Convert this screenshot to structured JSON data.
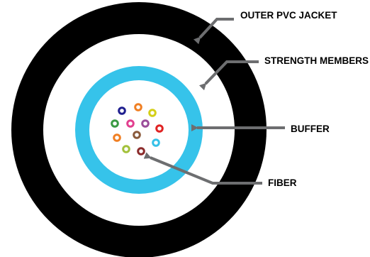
{
  "labels": {
    "outer_jacket": "OUTER PVC JACKET",
    "strength_members": "STRENGTH MEMBERS",
    "buffer": "BUFFER",
    "fiber": "FIBER"
  },
  "colors": {
    "jacket": "#000000",
    "strength_members": "#ffffff",
    "buffer": "#36c3ea",
    "core": "#ffffff",
    "arrow": "#6d6e70"
  },
  "fibers": [
    {
      "color": "#1f1f8f"
    },
    {
      "color": "#f07f23"
    },
    {
      "color": "#d4cf18"
    },
    {
      "color": "#3a9a43"
    },
    {
      "color": "#e23f8f"
    },
    {
      "color": "#9b4d9a"
    },
    {
      "color": "#e02323"
    },
    {
      "color": "#f07f23"
    },
    {
      "color": "#8a5a3b"
    },
    {
      "color": "#35c1e8"
    },
    {
      "color": "#a3c13b"
    },
    {
      "color": "#8b2b2b"
    }
  ]
}
